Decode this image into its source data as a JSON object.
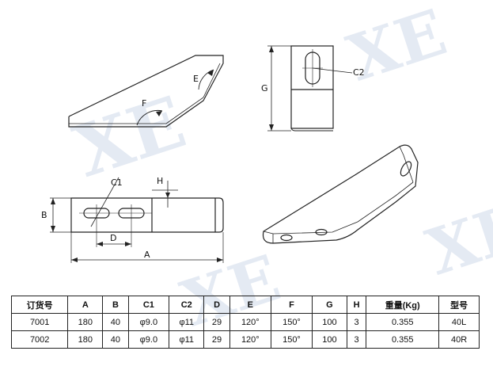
{
  "watermark": {
    "text": "XE"
  },
  "drawing_labels": {
    "top_left": {
      "E": "E",
      "F": "F"
    },
    "side_view": {
      "G": "G",
      "C2": "C2"
    },
    "front_view": {
      "B": "B",
      "C1": "C1",
      "H": "H",
      "D": "D",
      "A": "A"
    }
  },
  "table": {
    "headers": [
      "订货号",
      "A",
      "B",
      "C1",
      "C2",
      "D",
      "E",
      "F",
      "G",
      "H",
      "重量(Kg)",
      "型号"
    ],
    "rows": [
      [
        "7001",
        "180",
        "40",
        "φ9.0",
        "φ11",
        "29",
        "120°",
        "150°",
        "100",
        "3",
        "0.355",
        "40L"
      ],
      [
        "7002",
        "180",
        "40",
        "φ9.0",
        "φ11",
        "29",
        "120°",
        "150°",
        "100",
        "3",
        "0.355",
        "40R"
      ]
    ]
  }
}
